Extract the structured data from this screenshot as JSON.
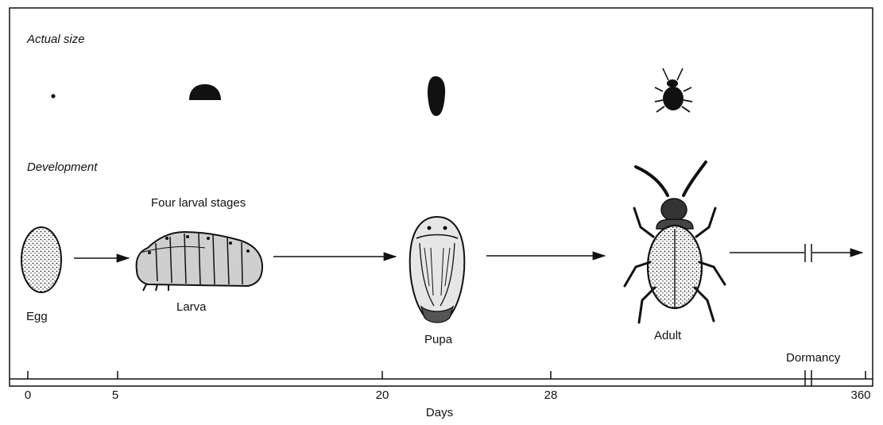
{
  "section_labels": {
    "actual_size": "Actual size",
    "development": "Development"
  },
  "stages": {
    "egg": "Egg",
    "larva": "Larva",
    "larval_stages_note": "Four larval stages",
    "pupa": "Pupa",
    "adult": "Adult",
    "dormancy": "Dormancy"
  },
  "axis": {
    "label": "Days",
    "ticks": [
      "0",
      "5",
      "20",
      "28",
      "360"
    ]
  }
}
